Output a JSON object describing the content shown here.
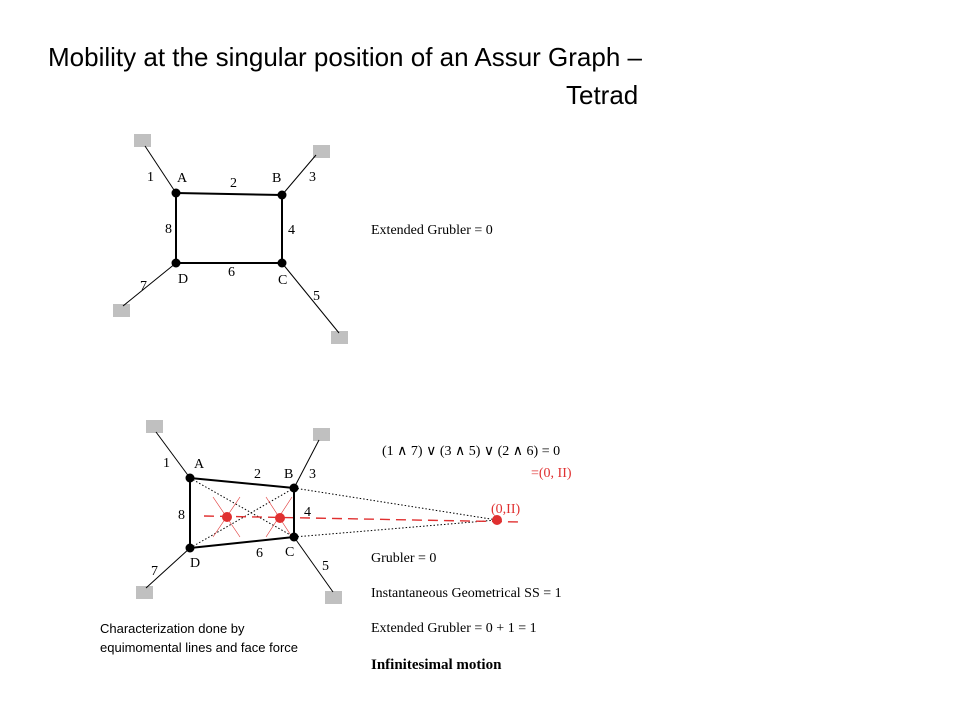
{
  "title": {
    "line1": "Mobility at the singular position of an Assur Graph –",
    "line2": "Tetrad"
  },
  "top_diagram": {
    "joint_labels": {
      "a": "A",
      "b": "B",
      "c": "C",
      "d": "D"
    },
    "link_labels": {
      "l1": "1",
      "l2": "2",
      "l3": "3",
      "l4": "4",
      "l5": "5",
      "l6": "6",
      "l7": "7",
      "l8": "8"
    },
    "info": "Extended Grubler = 0"
  },
  "bottom_diagram": {
    "joint_labels": {
      "a": "A",
      "b": "B",
      "c": "C",
      "d": "D"
    },
    "link_labels": {
      "l1": "1",
      "l2": "2",
      "l3": "3",
      "l4": "4",
      "l5": "5",
      "l6": "6",
      "l7": "7",
      "l8": "8"
    },
    "formula": "(1 ∧ 7) ∨ (3 ∧ 5) ∨ (2 ∧ 6) = 0",
    "formula_result": "=(0, II)",
    "point_label": "(0,II)",
    "grubler": "Grubler = 0",
    "instantaneous": "Instantaneous Geometrical  SS = 1",
    "extended": "Extended Grubler = 0 + 1 = 1",
    "conclusion": "Infinitesimal motion",
    "caption_line1": "Characterization done by",
    "caption_line2": "equimomental lines and face force"
  },
  "colors": {
    "ground": "#c0c0c0",
    "accent": "#e03030",
    "ink": "#000000"
  }
}
